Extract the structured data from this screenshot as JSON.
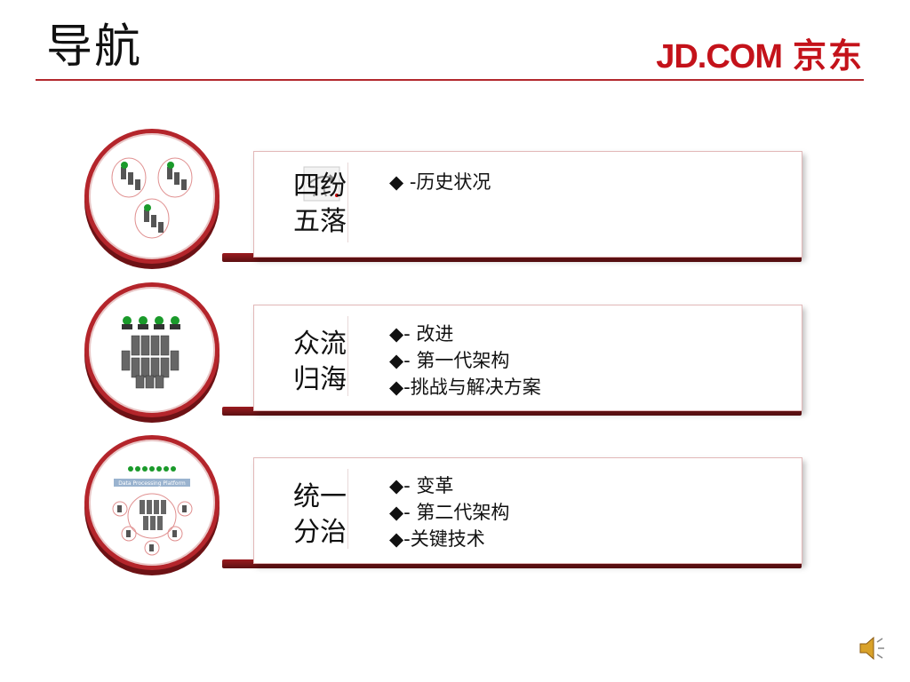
{
  "header": {
    "title": "导航",
    "logo_text": "JD.COM",
    "logo_cn": "京东",
    "brand_color": "#c4121a"
  },
  "sections": [
    {
      "heading_line1": "四纷",
      "heading_line2": "五落",
      "bullets": [
        "◆ -历史状况"
      ],
      "icon": "distributed-servers-icon"
    },
    {
      "heading_line1": "众流",
      "heading_line2": "归海",
      "bullets": [
        "◆- 改进",
        "◆- 第一代架构",
        "◆-挑战与解决方案"
      ],
      "icon": "server-cluster-icon"
    },
    {
      "heading_line1": "统一",
      "heading_line2": "分治",
      "bullets": [
        "◆- 变革",
        "◆- 第二代架构",
        "◆-关键技术"
      ],
      "icon": "data-platform-icon",
      "platform_label": "Data Processing Platform"
    }
  ],
  "footer": {
    "icon": "speaker-icon"
  }
}
